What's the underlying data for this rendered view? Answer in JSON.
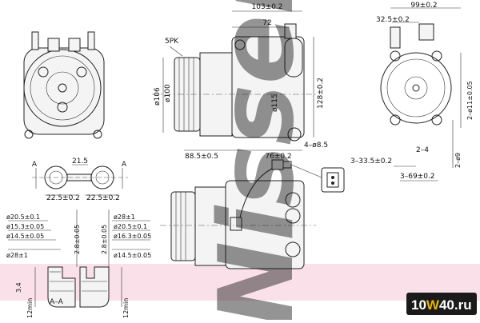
{
  "watermark": {
    "text": "Nissens"
  },
  "badge": {
    "prefix": "10",
    "highlight": "W",
    "suffix": "40.ru",
    "highlight_color": "#e8b400",
    "bg_color": "#1a1a1a"
  },
  "stripe_color": "#f5c6d6",
  "labels": {
    "d103": "103±0.2",
    "d72": "72",
    "d5pk": "5PK",
    "d106": "ø106",
    "d100": "ø100",
    "d115": "ø115",
    "d128": "128±0.2",
    "d88": "88.5±0.5",
    "d76": "76±0.2",
    "d4_85": "4–ø8.5",
    "d99": "99±0.2",
    "d325": "32.5±0.2",
    "d2_11": "2–ø11±0.05",
    "d2_4": "2–4",
    "d2_9": "2–ø9",
    "d3_335": "3–33.5±0.2",
    "d3_69": "3–69±0.2",
    "d215": "21.5",
    "d225l": "22.5±0.2",
    "d225r": "22.5±0.2",
    "secA1": "A",
    "secA2": "A",
    "l205": "ø20.5±0.1",
    "l153": "ø15.3±0.05",
    "l145": "ø14.5±0.05",
    "l28": "ø28±1",
    "l28min": "2.8±0.05",
    "r28": "ø28±1",
    "r205": "ø20.5±0.1",
    "r163": "ø16.3±0.05",
    "r145": "ø14.5±0.05",
    "r28min": "2.8±0.05",
    "d34": "3.4",
    "d12a": "12min",
    "d12b": "12min",
    "secAA": "A–A"
  }
}
